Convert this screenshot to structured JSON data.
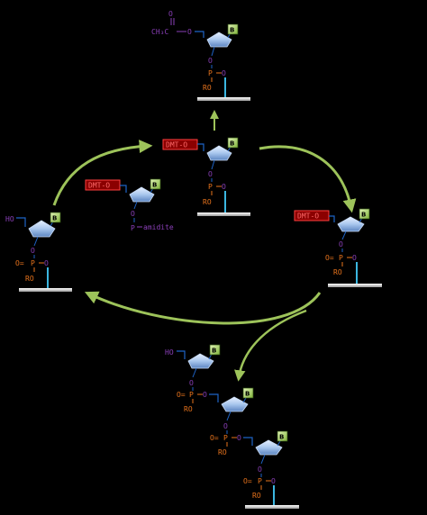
{
  "labels": {
    "base": "B",
    "dmt": "DMT-O",
    "ho": "HO",
    "ro": "RO",
    "o": "O",
    "p": "P",
    "eq_o": "O=",
    "amidite": "amidite",
    "ch3c": "CH₃C",
    "carbonyl_o": "O"
  },
  "colors": {
    "background": "#000000",
    "arrow": "#9dc35a",
    "purple": "#8a3fb8",
    "orange": "#e8731c",
    "linker": "#3bb6e0",
    "support": "#d9d9d9",
    "ring": "#a9c7ee",
    "base": "#9ccf4a",
    "dmt_fill": "#8b0000",
    "dmt_border": "#ff4040"
  }
}
